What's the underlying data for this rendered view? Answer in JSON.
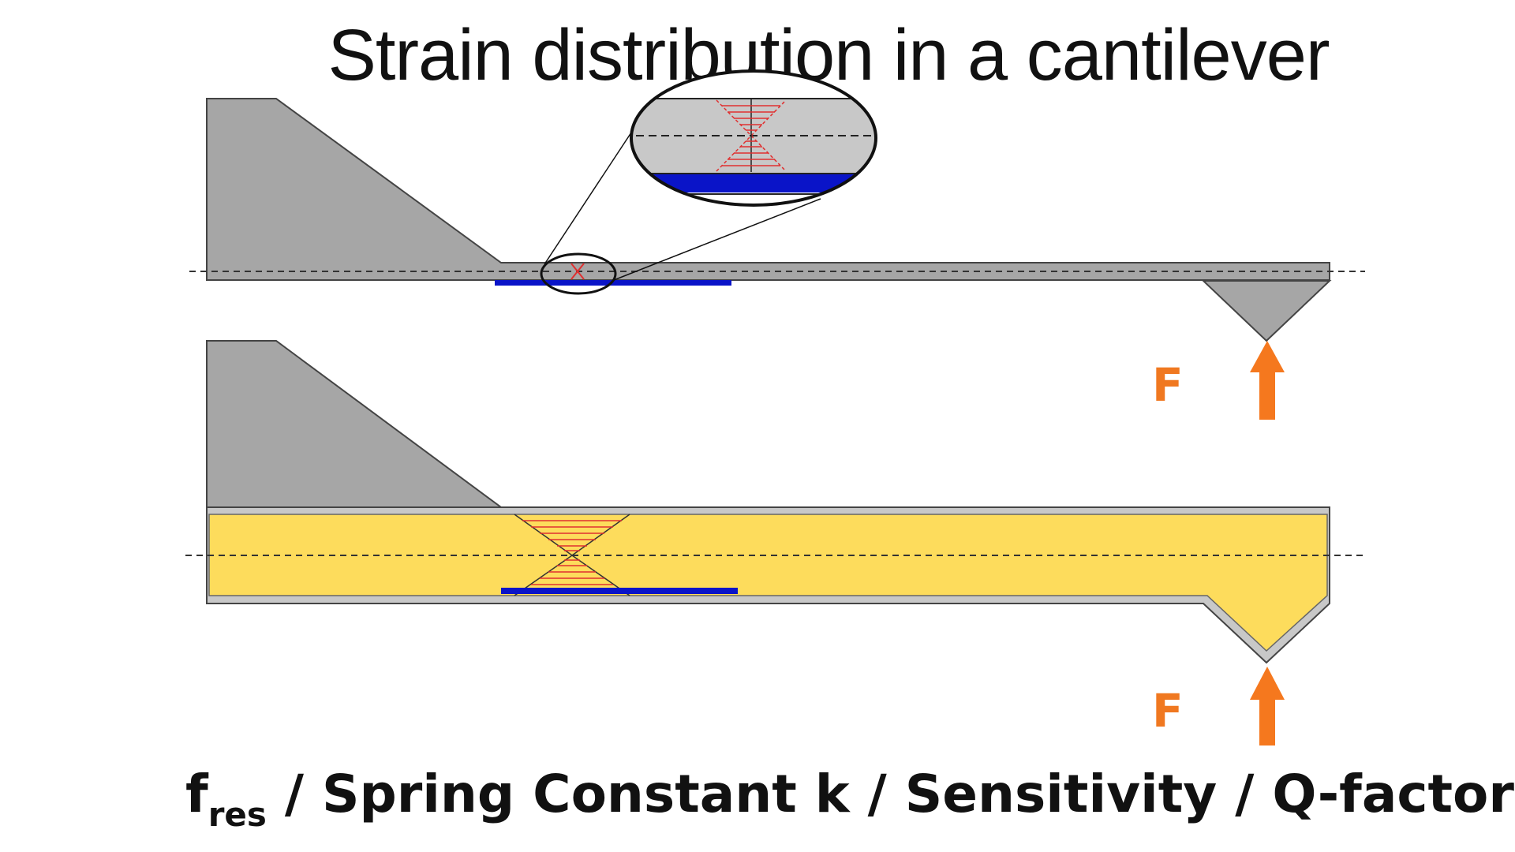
{
  "title": "Strain distribution in a cantilever",
  "force_label_top": "F",
  "force_label_bottom": "F",
  "caption": {
    "f": "f",
    "sub": "res",
    "rest": " / Spring Constant k / Sensitivity / Q-factor"
  },
  "colors": {
    "cantilever_gray": "#a6a6a6",
    "piezo_layer_blue": "#0a14c8",
    "strain_red": "#e03030",
    "coating_yellow": "#fddc5c",
    "force_orange": "#f5781e"
  }
}
